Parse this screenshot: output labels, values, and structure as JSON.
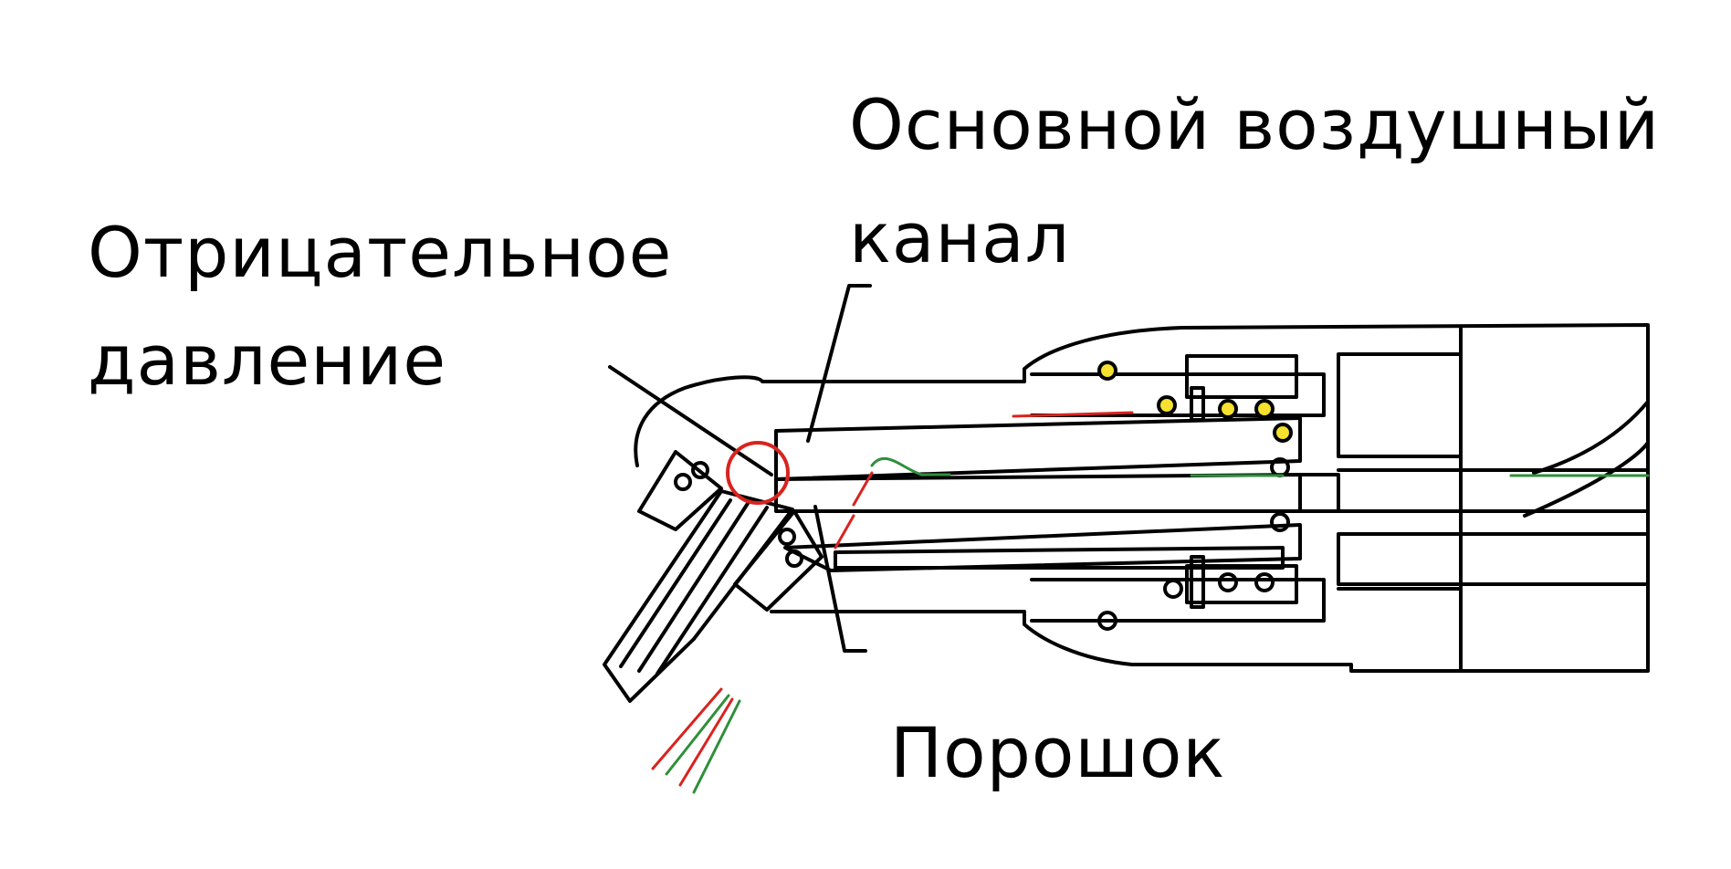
{
  "labels": {
    "main_air_channel_line1": "Основной воздушный",
    "main_air_channel_line2": "канал",
    "negative_pressure_line1": "Отрицательное",
    "negative_pressure_line2": "давление",
    "powder": "Порошок"
  },
  "colors": {
    "outline": "#000000",
    "powder_path": "#d9231f",
    "air_path": "#2f8f3a",
    "ball": "#f5e12e",
    "highlight_circle": "#d9231f"
  }
}
